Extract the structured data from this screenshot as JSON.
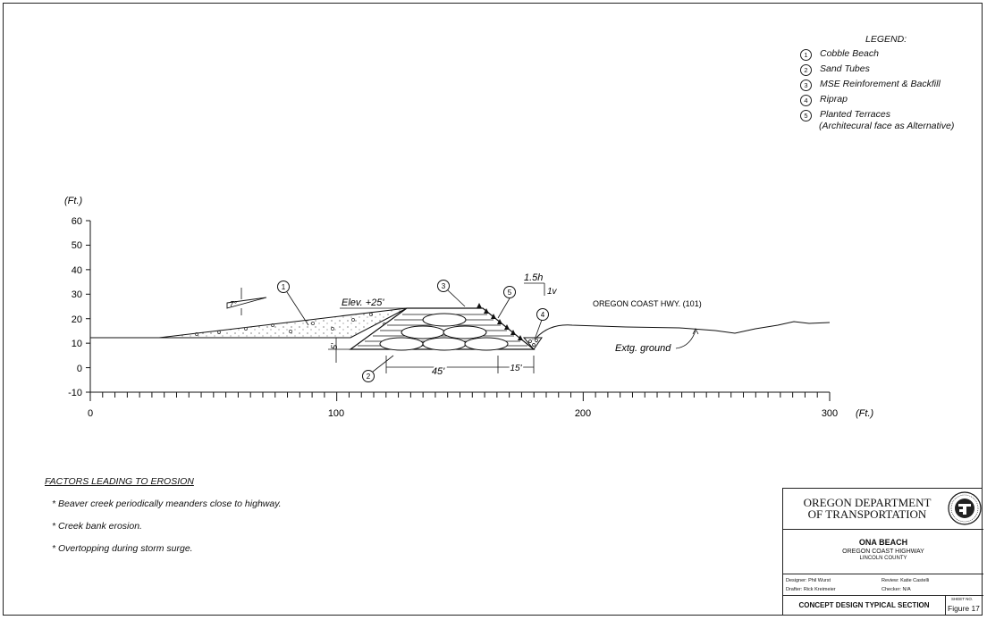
{
  "legend": {
    "title": "LEGEND:",
    "items": [
      {
        "num": "1",
        "label": "Cobble Beach"
      },
      {
        "num": "2",
        "label": "Sand Tubes"
      },
      {
        "num": "3",
        "label": "MSE Reinforement & Backfill"
      },
      {
        "num": "4",
        "label": "Riprap"
      },
      {
        "num": "5",
        "label": "Planted Terraces"
      }
    ],
    "item5_sub": "(Architecural face as Alternative)"
  },
  "section": {
    "y_unit": "(Ft.)",
    "x_unit": "(Ft.)",
    "y_ticks": [
      "60",
      "50",
      "40",
      "30",
      "20",
      "10",
      "0",
      "-10"
    ],
    "x_ticks": [
      "0",
      "100",
      "200",
      "300"
    ],
    "elev_label": "Elev. +25'",
    "dim_45": "45'",
    "dim_15": "15'",
    "dim_5": "5'",
    "slope_h": "1.5h",
    "slope_v": "1v",
    "slope_angle": "7°",
    "highway_label": "OREGON COAST HWY. (101)",
    "ground_label": "Extg. ground",
    "callouts": [
      "1",
      "2",
      "3",
      "4",
      "5"
    ]
  },
  "factors": {
    "title": "FACTORS LEADING TO EROSION",
    "items": [
      "* Beaver creek periodically meanders close to highway.",
      "* Creek bank erosion.",
      "* Overtopping during storm surge."
    ]
  },
  "title_block": {
    "agency_line1": "OREGON DEPARTMENT",
    "agency_line2": "OF TRANSPORTATION",
    "seal_icon": "odot-seal-icon",
    "project": "ONA BEACH",
    "highway": "OREGON COAST HIGHWAY",
    "county": "LINCOLN COUNTY",
    "designer": "Designer: Phil Wurst",
    "review": "Review: Katie Castelli",
    "drafter": "Drafter: Rick Kreimeier",
    "checker": "Checker: N/A",
    "sheet_title": "CONCEPT DESIGN TYPICAL SECTION",
    "sheet_no_label": "SHEET NO.",
    "figure": "Figure 17"
  }
}
